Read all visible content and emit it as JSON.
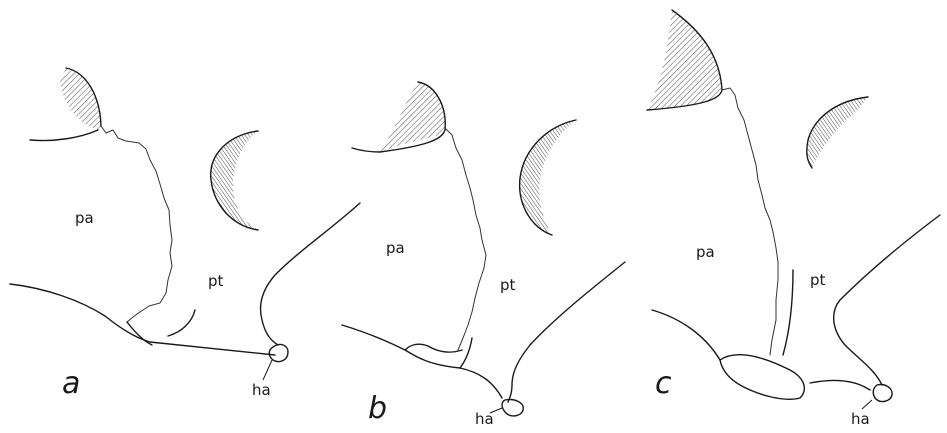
{
  "panels": [
    {
      "letter": "a",
      "labels": {
        "pa": "pa",
        "pt": "pt",
        "ha": "ha"
      }
    },
    {
      "letter": "b",
      "labels": {
        "pa": "pa",
        "pt": "pt",
        "ha": "ha"
      }
    },
    {
      "letter": "c",
      "labels": {
        "pa": "pa",
        "pt": "pt",
        "ha": "ha"
      }
    }
  ],
  "colors": {
    "ink": "#1a1a1a",
    "background": "#ffffff"
  }
}
